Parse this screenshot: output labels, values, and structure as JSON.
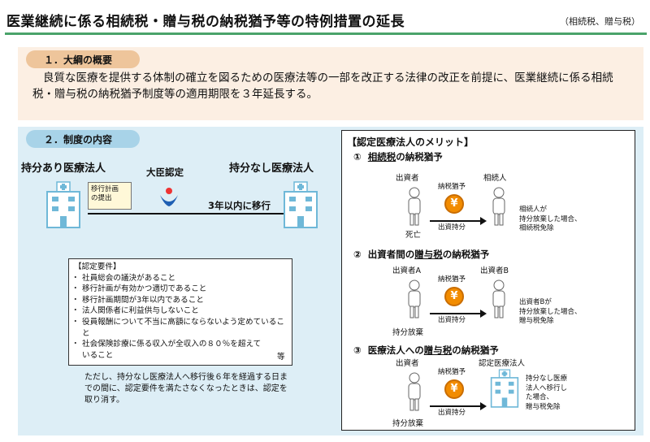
{
  "header": {
    "title": "医業継続に係る相続税・贈与税の納税猶予等の特例措置の延長",
    "tag": "（相続税、贈与税）"
  },
  "section1": {
    "label": "１．大綱の概要",
    "text": "良質な医療を提供する体制の確立を図るための医療法等の一部を改正する法律の改正を前提に、医業継続に係る相続税・贈与税の納税猶予制度等の適用期限を３年延長する。"
  },
  "section2": {
    "label": "２．制度の内容",
    "left_hospital_label": "持分あり医療法人",
    "right_hospital_label": "持分なし医療法人",
    "minister_label": "大臣認定",
    "doc_line1": "移行計画",
    "doc_line2": "の提出",
    "move_text": "3年以内に移行",
    "requirements": {
      "title": "【認定要件】",
      "items": [
        "社員総会の議決があること",
        "移行計画が有効かつ適切であること",
        "移行計画期間が3年以内であること",
        "法人関係者に利益供与しないこと",
        "役員報酬について不当に高額にならないよう定めていること",
        "社会保険診療に係る収入が全収入の８０％を超えていること"
      ],
      "etc": "等"
    },
    "note": "ただし、持分なし医療法人へ移行後６年を経過する日までの間に、認定要件を満たさなくなったときは、認定を取り消す。"
  },
  "merit": {
    "title": "【認定医療法人のメリット】",
    "items": [
      {
        "num": "①",
        "head_underlined": "相続税",
        "head_rest": "の納税猶予",
        "left_person": "出資者",
        "right_person": "相続人",
        "coin_top": "納税猶予",
        "coin_bottom": "出資持分",
        "left_bottom": "死亡",
        "note_lines": [
          "相続人が",
          "持分放棄した場合、",
          "相続税免除"
        ]
      },
      {
        "num": "②",
        "head_prefix": "出資者間の",
        "head_underlined": "贈与税",
        "head_rest": "の納税猶予",
        "left_person": "出資者A",
        "right_person": "出資者B",
        "coin_top": "納税猶予",
        "coin_bottom": "出資持分",
        "left_bottom": "持分放棄",
        "note_lines": [
          "出資者Bが",
          "持分放棄した場合、",
          "贈与税免除"
        ]
      },
      {
        "num": "③",
        "head_prefix": "医療法人への",
        "head_underlined": "贈与税",
        "head_rest": "の納税猶予",
        "left_person": "出資者",
        "right_person": "認定医療法人",
        "coin_top": "納税猶予",
        "coin_bottom": "出資持分",
        "left_bottom": "持分放棄",
        "note_lines": [
          "持分なし医療",
          "法人へ移行し",
          "た場合、",
          "贈与税免除"
        ]
      }
    ]
  },
  "colors": {
    "accent_green": "#4aa36a",
    "section1_bg": "#fcefe3",
    "section2_bg": "#ddeef6",
    "coin": "#f28c00"
  },
  "icons": {
    "hospital": "hospital-icon",
    "person": "person-icon",
    "yen_coin": "yen-coin-icon",
    "mhlw_logo": "mhlw-logo-icon"
  }
}
